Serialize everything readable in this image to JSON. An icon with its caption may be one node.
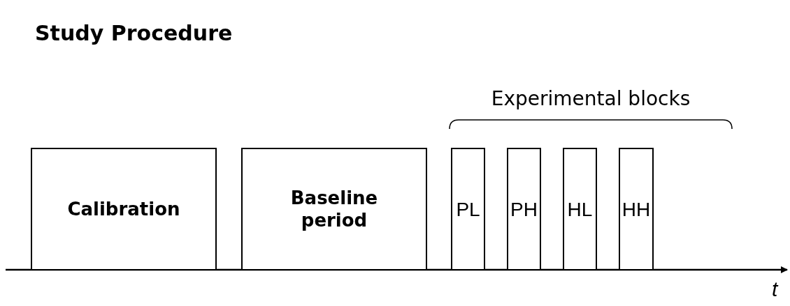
{
  "diagram": {
    "title": "Study Procedure",
    "nodes": [
      {
        "text": [
          "Calibration"
        ]
      },
      {
        "text": [
          "Baseline period"
        ]
      },
      {
        "text": [
          "PL"
        ]
      },
      {
        "text": [
          "PH"
        ]
      },
      {
        "text": [
          "HL"
        ]
      },
      {
        "text": [
          "HH"
        ]
      }
    ],
    "labels": [
      "Experimental blocks",
      "t"
    ]
  }
}
